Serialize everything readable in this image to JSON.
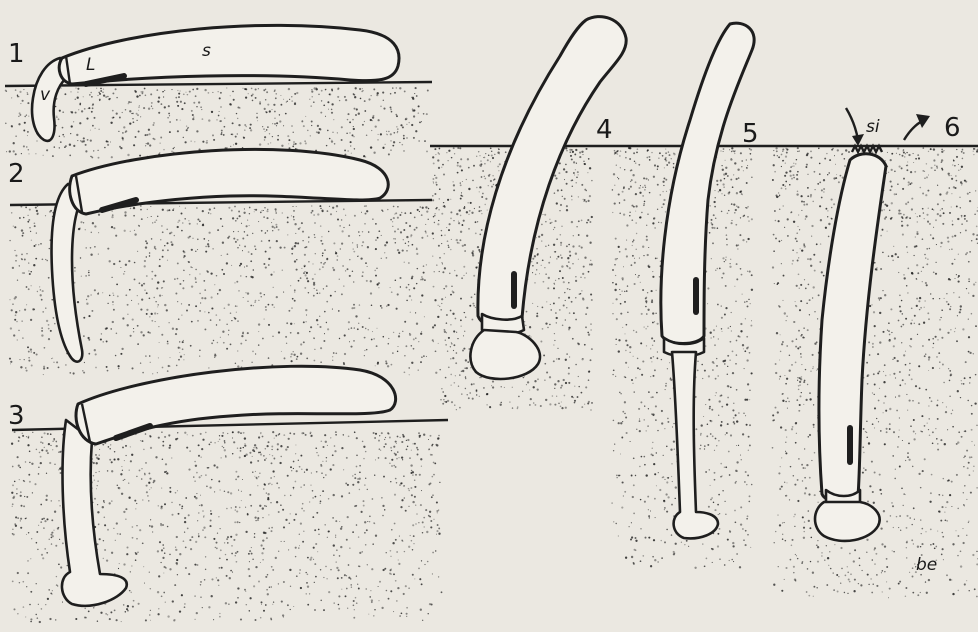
{
  "figure": {
    "colors": {
      "paper": "#ebe8e1",
      "ink": "#1e1e1e",
      "shell": "#f3f1eb"
    },
    "stage_numbers": [
      "1",
      "2",
      "3",
      "4",
      "5",
      "6"
    ],
    "labels": {
      "valve": "v",
      "ligament": "L",
      "shell": "s",
      "siphon": "si",
      "burrow": "be"
    }
  }
}
